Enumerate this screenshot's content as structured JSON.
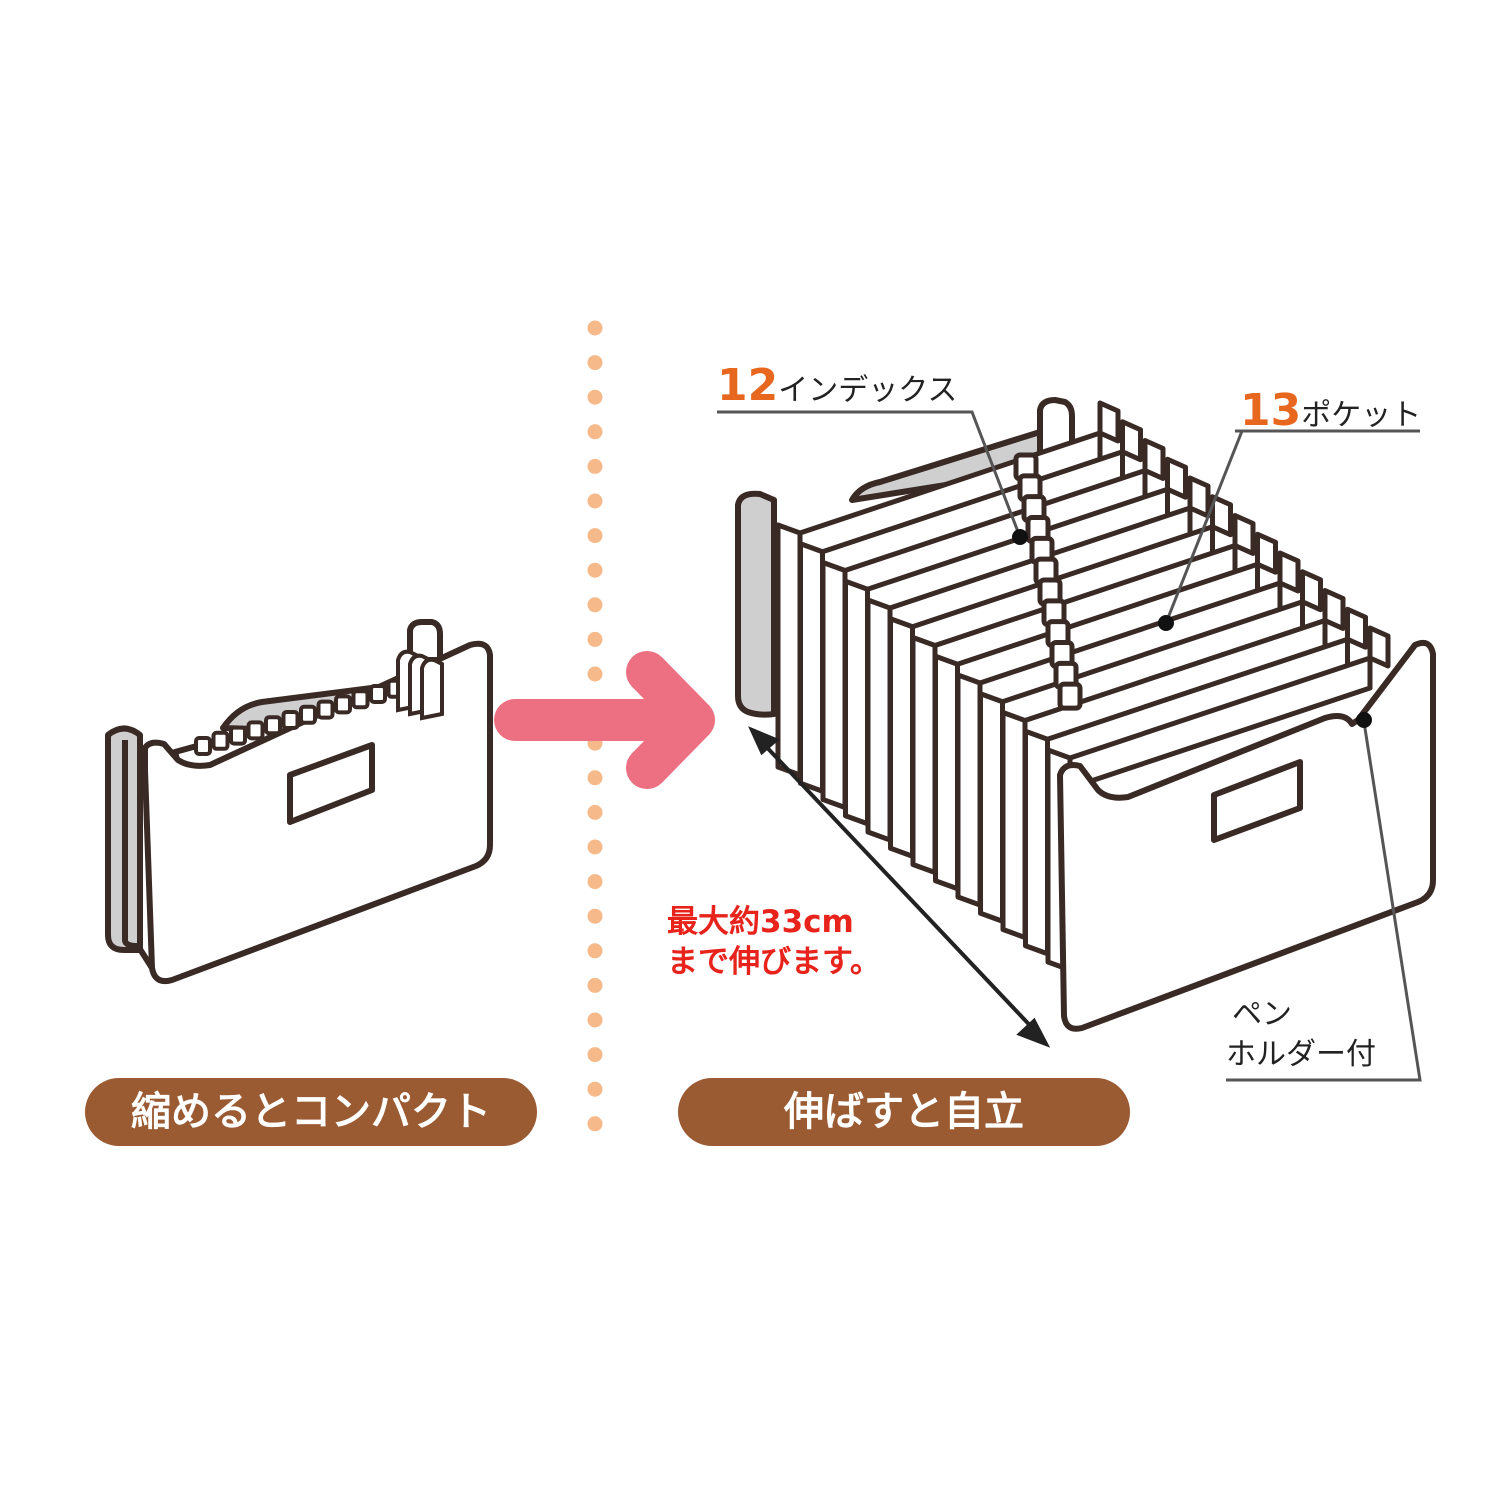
{
  "colors": {
    "pill": "#9a5a32",
    "number_accent": "#e8671f",
    "extend_text": "#e8231c",
    "arrow": "#ec6f82",
    "divider_dots": "#f6b98a",
    "outline": "#3a2a25",
    "gray_board": "#cfcfcf"
  },
  "captions": {
    "compact": "縮めるとコンパクト",
    "standing": "伸ばすと自立"
  },
  "labels": {
    "index_count": "12",
    "index_unit": "インデックス",
    "pocket_count": "13",
    "pocket_unit": "ポケット",
    "extend_line1": "最大約33cm",
    "extend_line2": "まで伸びます。",
    "pen_line1": "ペン",
    "pen_line2": "ホルダー付"
  },
  "icons": {
    "arrow": "right-arrow-icon",
    "folded_file": "folded-file-icon",
    "expanded_file": "expanded-file-icon"
  }
}
